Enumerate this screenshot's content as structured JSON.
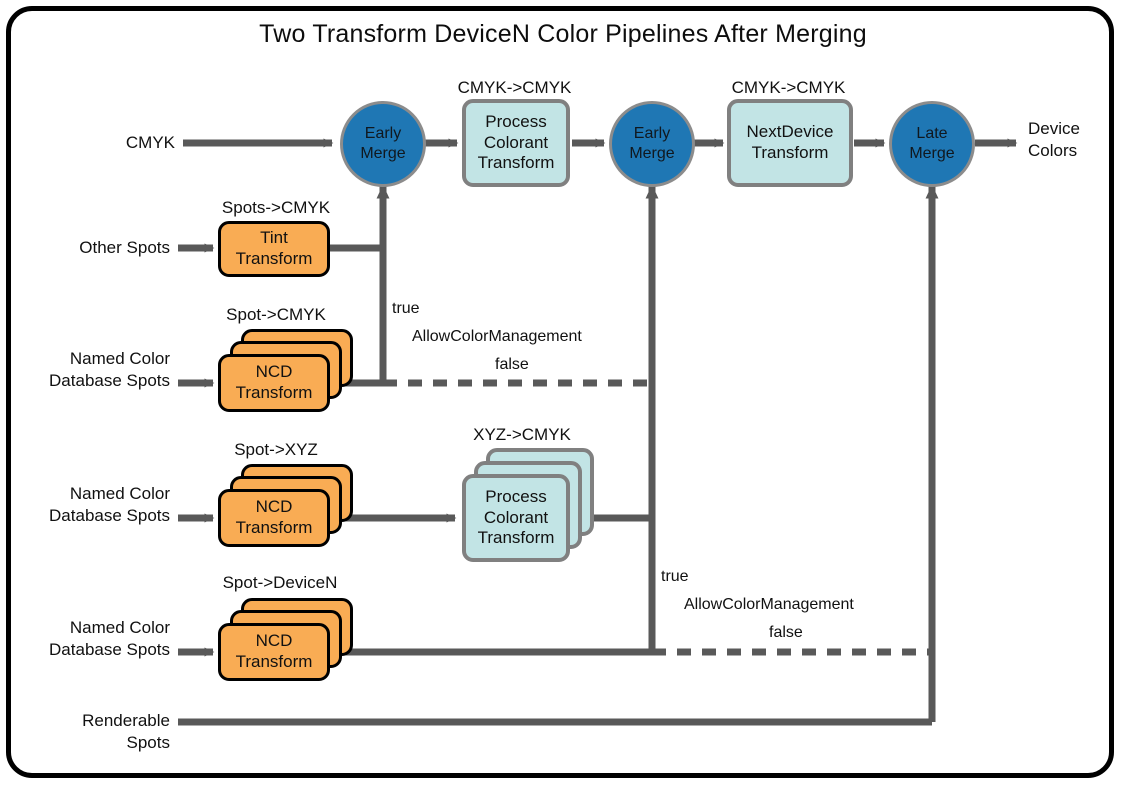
{
  "diagram": {
    "title": "Two Transform DeviceN Color Pipelines After Merging",
    "colors": {
      "merge_node": "#1F77B4",
      "transform_box": "#C2E4E5",
      "ncd_box": "#F9AC54",
      "wire": "#595959",
      "frame": "#000000"
    }
  },
  "inputs": [
    {
      "id": "cmyk",
      "label": "CMYK"
    },
    {
      "id": "other-spots",
      "label": "Other Spots"
    },
    {
      "id": "ncd-spots-cmyk",
      "label": "Named Color\nDatabase Spots"
    },
    {
      "id": "ncd-spots-xyz",
      "label": "Named Color\nDatabase Spots"
    },
    {
      "id": "ncd-spots-devn",
      "label": "Named Color\nDatabase Spots"
    },
    {
      "id": "renderable",
      "label": "Renderable\nSpots"
    }
  ],
  "output": {
    "id": "device-colors",
    "label": "Device\nColors"
  },
  "nodes": {
    "early_merge_1": {
      "label": "Early\nMerge",
      "type": "merge"
    },
    "early_merge_2": {
      "label": "Early\nMerge",
      "type": "merge"
    },
    "late_merge": {
      "label": "Late\nMerge",
      "type": "merge"
    },
    "pct_top": {
      "label": "Process\nColorant\nTransform",
      "type": "transform"
    },
    "next_device": {
      "label": "NextDevice\nTransform",
      "type": "transform"
    },
    "pct_xyz": {
      "label": "Process\nColorant\nTransform",
      "type": "transform-stack"
    },
    "tint": {
      "label": "Tint\nTransform",
      "type": "ncd"
    },
    "ncd_cmyk": {
      "label": "NCD\nTransform",
      "type": "ncd-stack"
    },
    "ncd_xyz": {
      "label": "NCD\nTransform",
      "type": "ncd-stack"
    },
    "ncd_devn": {
      "label": "NCD\nTransform",
      "type": "ncd-stack"
    }
  },
  "captions": {
    "pct_top": "CMYK->CMYK",
    "next_device": "CMYK->CMYK",
    "tint": "Spots->CMYK",
    "ncd_cmyk": "Spot->CMYK",
    "ncd_xyz": "Spot->XYZ",
    "pct_xyz": "XYZ->CMYK",
    "ncd_devn": "Spot->DeviceN"
  },
  "switches": [
    {
      "id": "allow-color-management-1",
      "true_label": "true",
      "name_label": "AllowColorManagement",
      "false_label": "false"
    },
    {
      "id": "allow-color-management-2",
      "true_label": "true",
      "name_label": "AllowColorManagement",
      "false_label": "false"
    }
  ]
}
